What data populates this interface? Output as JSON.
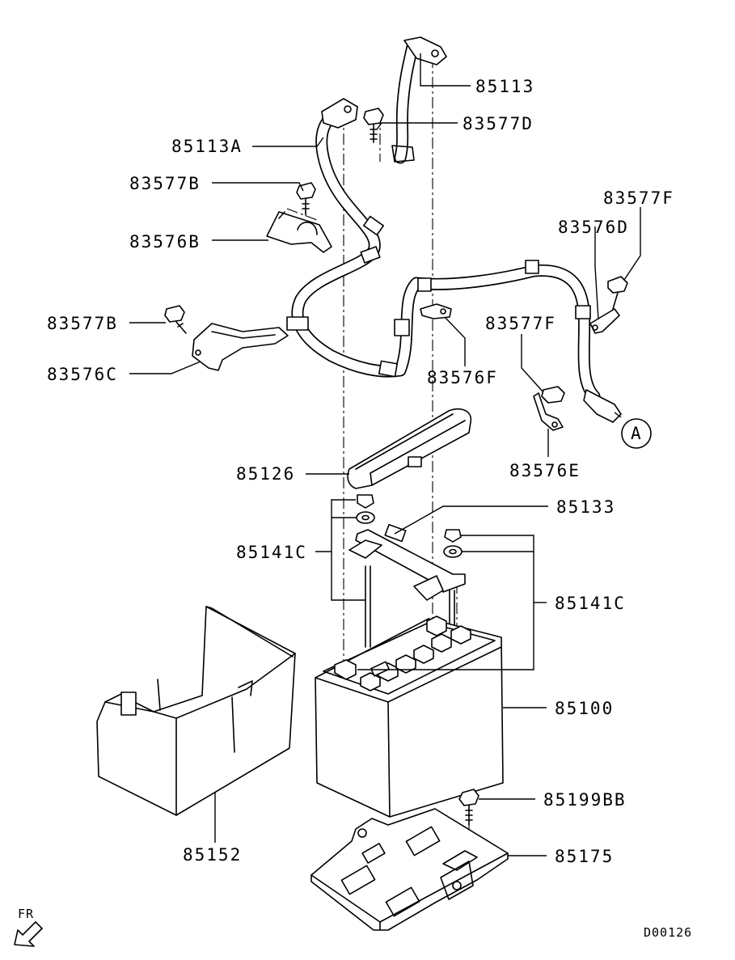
{
  "diagram_code": "D00126",
  "fr_label": "FR",
  "labels": {
    "p85113": "85113",
    "p83577D": "83577D",
    "p85113A": "85113A",
    "p83577B_top": "83577B",
    "p83576B": "83576B",
    "p83577F_top": "83577F",
    "p83576D": "83576D",
    "p83577B_mid": "83577B",
    "p83577F_mid": "83577F",
    "p83576C": "83576C",
    "p83576F": "83576F",
    "callout_A": "A",
    "p83576E": "83576E",
    "p85126": "85126",
    "p85133": "85133",
    "p85141C_left": "85141C",
    "p85141C_right": "85141C",
    "p85100": "85100",
    "p85199BB": "85199BB",
    "p85152": "85152",
    "p85175": "85175"
  },
  "icons": {
    "fr_arrow": "arrow-front-icon"
  }
}
